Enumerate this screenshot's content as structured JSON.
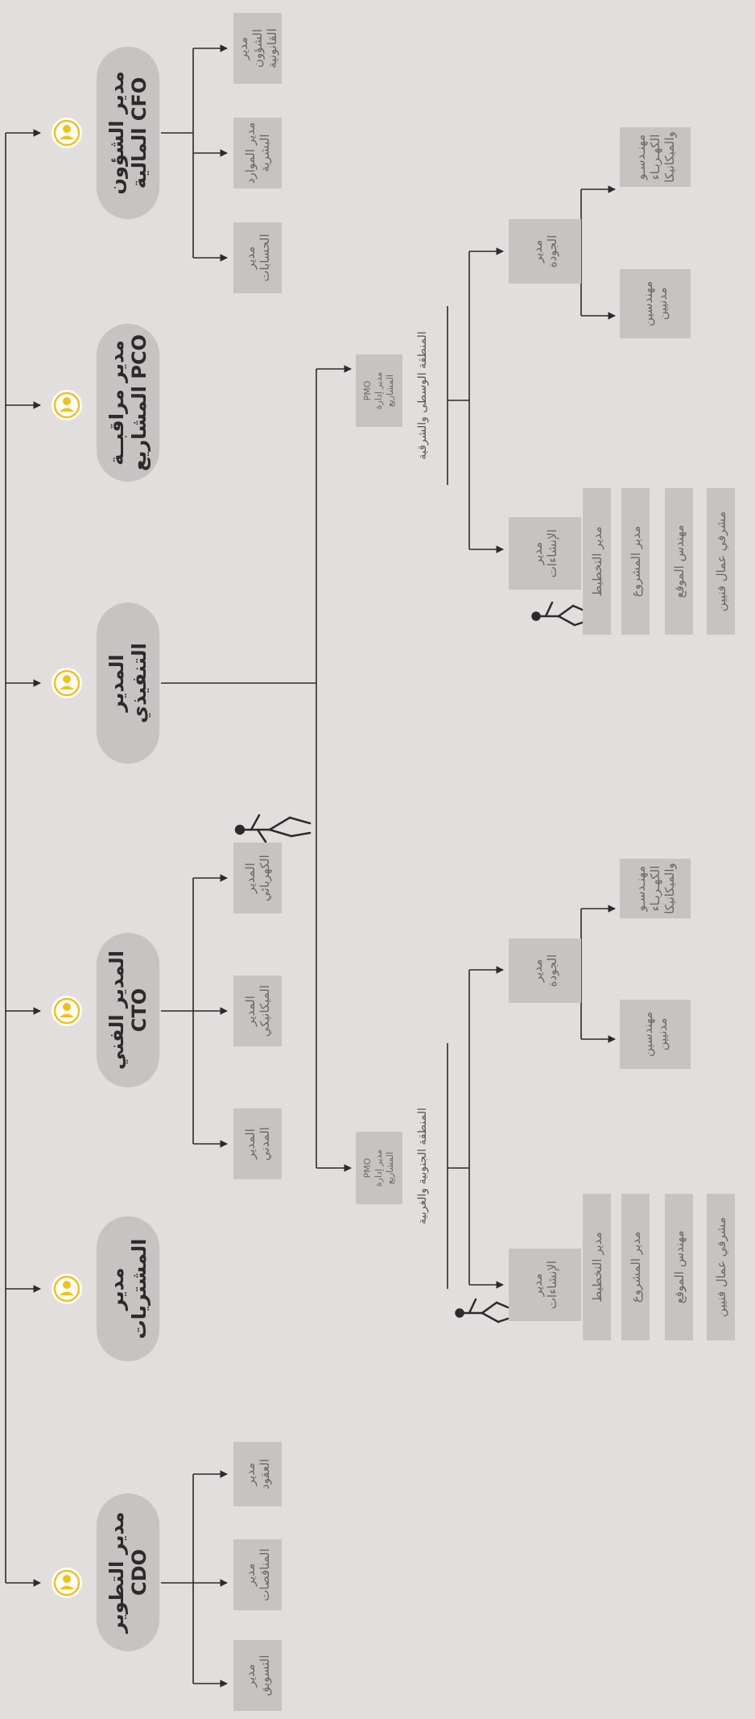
{
  "colors": {
    "background": "#e2dedd",
    "box": "#c7c3c2",
    "line": "#2b2b2b",
    "avatar": "#f2c116"
  },
  "executives": [
    {
      "id": "cdo",
      "label": "مدير التطوير\nCDO"
    },
    {
      "id": "procurement",
      "label": "مدير المشتريات"
    },
    {
      "id": "cto",
      "label": "المدير الفني\nCTO"
    },
    {
      "id": "executive",
      "label": "المدير\nالتنفيذي"
    },
    {
      "id": "pco",
      "label": "مدير مراقبــة\nالمشاريع PCO"
    },
    {
      "id": "cfo",
      "label": "مدير الشؤون\nالمالية CFO"
    }
  ],
  "cdo_reports": [
    "مدير\nالتسويق",
    "مدير\nالمناقصات",
    "مدير\nالعقود"
  ],
  "cto_reports": [
    "المدير\nالمدني",
    "المدير\nالميكانيكي",
    "المدير\nالكهربائي"
  ],
  "cfo_reports": [
    "مدير\nالحسابات",
    "مدير الموارد\nالبشرية",
    "مدير الشؤون\nالقانونية"
  ],
  "regions": [
    {
      "pmo": "PMO\nمدير إدارة المشاريع",
      "label": "المنطقة الجنوبية والغربية",
      "construction": "مدير\nالإنشاءات",
      "quality": "مدير\nالجودة",
      "construction_staff": [
        "مدير التخطيط",
        "مدير المشروع",
        "مهندس الموقع",
        "مشرفي عمال فنيين"
      ],
      "quality_staff": [
        "مهندسين\nمدنيين",
        "مهنـدسـو\nالكهـربـاء\nوالميكانيكا"
      ]
    },
    {
      "pmo": "PMO\nمدير إدارة المشاريع",
      "label": "المنطقة الوسطى والشرقية",
      "construction": "مدير\nالإنشاءات",
      "quality": "مدير\nالجودة",
      "construction_staff": [
        "مدير التخطيط",
        "مدير المشروع",
        "مهندس الموقع",
        "مشرفي عمال فنيين"
      ],
      "quality_staff": [
        "مهندسين\nمدنيين",
        "مهنـدسـو\nالكهـربـاء\nوالميكانيكا"
      ]
    }
  ],
  "icons": {
    "avatar": "person-circle-icon",
    "figure": "worker-figure-icon"
  }
}
